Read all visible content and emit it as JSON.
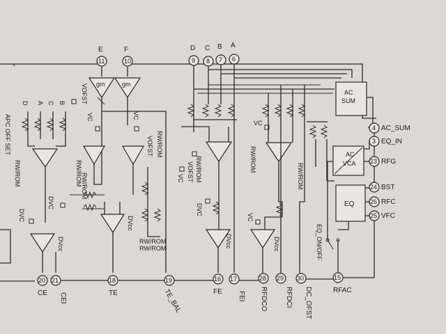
{
  "top_inputs": {
    "E": "E",
    "F": "F",
    "D": "D",
    "C": "C",
    "B": "B",
    "A": "A"
  },
  "pins": {
    "p11": "11",
    "p10": "10",
    "p9": "9",
    "p8": "8",
    "p7": "7",
    "p6": "6",
    "p4": "4",
    "p3": "3",
    "p23": "23",
    "p24": "24",
    "p26": "26",
    "p25": "25",
    "p20": "20",
    "p21": "21",
    "p18": "18",
    "p19": "19",
    "p16": "16",
    "p17": "17",
    "p28": "28",
    "p29": "29",
    "p30": "30",
    "p15": "15"
  },
  "right_labels": {
    "ac_sum": "AC_SUM",
    "eq_in": "EQ_IN",
    "rfg": "RFG",
    "bst": "BST",
    "rfc": "RFC",
    "vfc": "VFC"
  },
  "bottom_labels": {
    "ce": "CE",
    "cei": "CEI",
    "te": "TE",
    "te_bal": "TE_BAL",
    "fe": "FE",
    "fei": "FEI",
    "rfdco": "RFDCO",
    "rfdci": "RFDCI",
    "dc_ofst": "DC_OFST",
    "rfac": "RFAC"
  },
  "blocks": {
    "ac_sum_1": "AC",
    "ac_sum_2": "SUM",
    "ac_vca_1": "AC",
    "ac_vca_2": "VCA",
    "eq": "EQ",
    "gm1": "gm",
    "gm2": "gm"
  },
  "signals": {
    "vofst": "VOFST",
    "vc": "VC",
    "rw_rom": "RW/ROM",
    "dvc": "DVC",
    "dvcc": "DVcc",
    "eq_onoff": "EQ_ON/OFF",
    "a": "A",
    "b": "B",
    "c": "C",
    "d": "D",
    "apc_ofst": "APC OFF SET"
  }
}
